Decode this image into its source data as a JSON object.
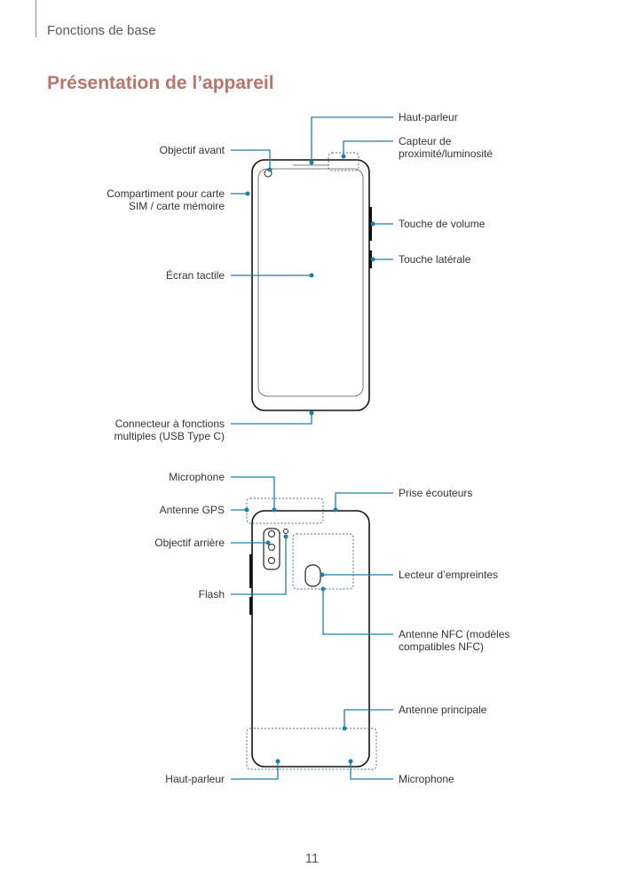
{
  "header": {
    "section": "Fonctions de base"
  },
  "page": {
    "title": "Présentation de l’appareil",
    "number": "11"
  },
  "front": {
    "objectif_avant": "Objectif avant",
    "compartiment": [
      "Compartiment pour carte",
      "SIM / carte mémoire"
    ],
    "ecran": "Écran tactile",
    "connecteur": [
      "Connecteur à fonctions",
      "multiples (USB Type C)"
    ],
    "haut_parleur": "Haut-parleur",
    "capteur": [
      "Capteur de",
      "proximité/luminosité"
    ],
    "volume": "Touche de volume",
    "laterale": "Touche latérale"
  },
  "back": {
    "microphone_top": "Microphone",
    "gps": "Antenne GPS",
    "objectif_arriere": "Objectif arrière",
    "flash": "Flash",
    "haut_parleur": "Haut-parleur",
    "ecouteurs": "Prise écouteurs",
    "empreintes": "Lecteur d’empreintes",
    "nfc": [
      "Antenne NFC (modèles",
      "compatibles NFC)"
    ],
    "antenne_principale": "Antenne principale",
    "microphone_bottom": "Microphone"
  }
}
